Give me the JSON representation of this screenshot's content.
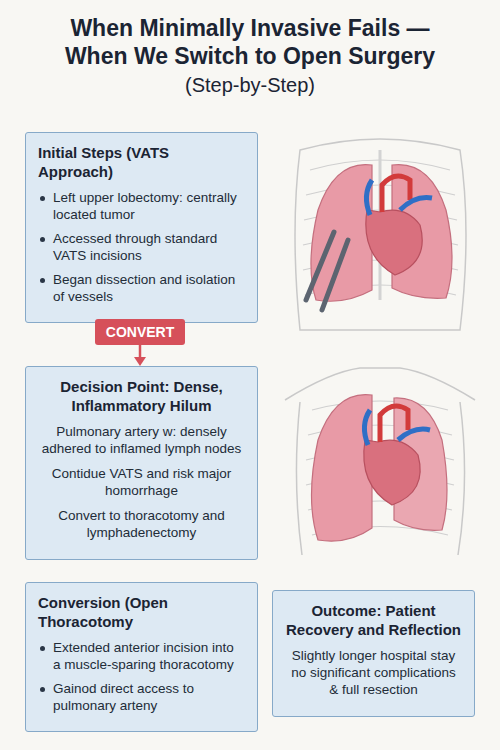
{
  "diagram": {
    "title": "When Minimally Invasive Fails — When We Switch to Open Surgery",
    "nodes": [
      {
        "text": [
          "Initial Steps (VATS Approach)",
          "Left upper lobectomy: centrally located tumor",
          "Accessed through standard VATS incisions",
          "Began dissection and isolation of vessels"
        ]
      },
      {
        "text": [
          "CONVERT"
        ]
      },
      {
        "text": [
          "Decision Point: Dense, Inflammatory Hilum",
          "Pulmonary artery w: densely adhered to inflamed lymph nodes",
          "Contidue VATS and risk major homorrhage",
          "Convert to thoracotomy and lymphadenectomy"
        ]
      },
      {
        "text": [
          "Conversion (Open Thoracotomy",
          "Extended anterior incision into a muscle-sparing thoracotomy",
          "Gainod direct access to pulmonary arteny"
        ]
      },
      {
        "text": [
          "Outcome: Patient Recovery and Reflection",
          "Slightly longer hospital stay no significant complications & full resection"
        ]
      }
    ],
    "edges": [
      {
        "from": 0,
        "to": 1,
        "arrow": "none"
      },
      {
        "from": 1,
        "to": 2,
        "arrow": "to"
      }
    ],
    "labels": [
      "(Step-by-Step)"
    ]
  }
}
